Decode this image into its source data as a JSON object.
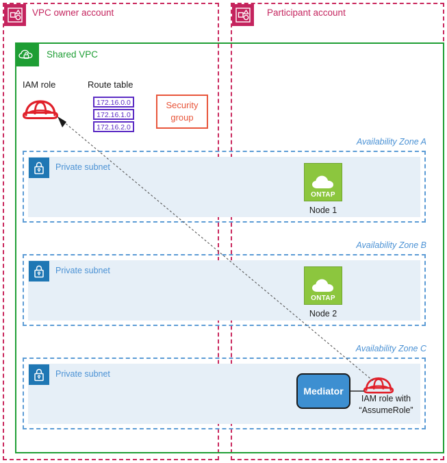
{
  "accounts": [
    {
      "label": "VPC owner account",
      "icon": "aws-account-icon",
      "color": "#C4245E"
    },
    {
      "label": "Participant account",
      "icon": "aws-account-icon",
      "color": "#C4245E"
    }
  ],
  "vpc": {
    "label": "Shared VPC",
    "icon": "vpc-cloud-lock-icon",
    "color": "#1E9E34"
  },
  "owner_resources": {
    "iam_role_label": "IAM role",
    "iam_role_icon": "hard-hat-icon",
    "route_table_label": "Route table",
    "routes": [
      "172.16.0.0",
      "172.16.1.0",
      "172.16.2.0"
    ],
    "route_color": "#5B2BC4",
    "security_group": {
      "line1": "Security",
      "line2": "group",
      "color": "#E8553A"
    }
  },
  "zones": [
    {
      "label": "Availability Zone A",
      "subnet_label": "Private subnet",
      "subnet_icon": "lock-icon",
      "resource": {
        "type": "ontap",
        "badge": "ONTAP",
        "icon": "cloud-icon",
        "label": "Node 1"
      }
    },
    {
      "label": "Availability Zone B",
      "subnet_label": "Private subnet",
      "subnet_icon": "lock-icon",
      "resource": {
        "type": "ontap",
        "badge": "ONTAP",
        "icon": "cloud-icon",
        "label": "Node 2"
      }
    },
    {
      "label": "Availability Zone C",
      "subnet_label": "Private subnet",
      "subnet_icon": "lock-icon",
      "resource": {
        "type": "mediator",
        "label": "Mediator",
        "iam_note_line1": "IAM role with",
        "iam_note_line2": "“AssumeRole”",
        "iam_icon": "hard-hat-icon"
      }
    }
  ],
  "connector": {
    "style": "dotted-arrow",
    "from": "mediator-iam-role",
    "to": "owner-iam-role"
  },
  "palette": {
    "account_pink": "#C4245E",
    "vpc_green": "#1E9E34",
    "az_blue": "#5B9BD5",
    "subnet_fill": "#E6EFF7",
    "subnet_icon_blue": "#1F77B4",
    "ontap_green": "#8CC63E",
    "mediator_blue": "#3D8FD1",
    "hardhat_red": "#E0202A",
    "route_purple": "#5B2BC4",
    "secgroup_orange": "#E8553A"
  }
}
